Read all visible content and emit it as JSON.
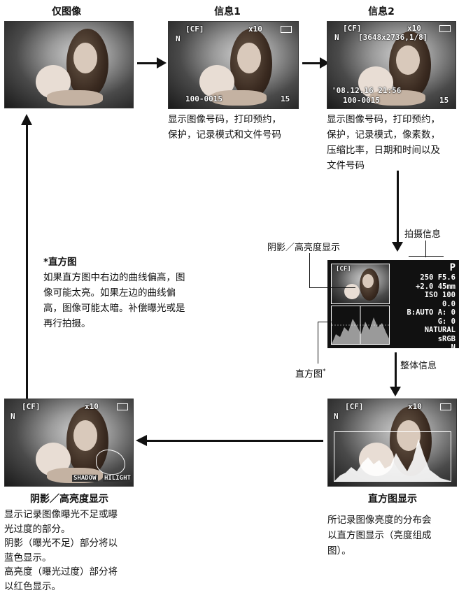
{
  "titles": {
    "image_only": "仅图像",
    "info1": "信息1",
    "info2": "信息2",
    "shadow_highlight": "阴影／高亮度显示",
    "histogram_display": "直方图显示"
  },
  "descriptions": {
    "info1": [
      "显示图像号码，打印预约，",
      "保护，记录模式和文件号码"
    ],
    "info2": [
      "显示图像号码，打印预约，",
      "保护，记录模式，像素数，",
      "压缩比率，日期和时间以及",
      "文件号码"
    ],
    "histogram_note_title": "*直方图",
    "histogram_note": [
      "如果直方图中右边的曲线偏高，图",
      "像可能太亮。如果左边的曲线偏",
      "高，图像可能太暗。补偿曝光或是",
      "再行拍摄。"
    ],
    "shadow_highlight": [
      "显示记录图像曝光不足或曝",
      "光过度的部分。",
      "阴影（曝光不足）部分将以",
      "蓝色显示。",
      "高亮度（曝光过度）部分将",
      "以红色显示。"
    ],
    "histogram_display": [
      "所记录图像亮度的分布会",
      "以直方图显示（亮度组成",
      "图）。"
    ]
  },
  "callouts": {
    "shooting_info": "拍摄信息",
    "shadow_highlight_display": "阴影／高亮度显示",
    "histogram": "直方图",
    "histogram_sup": "*",
    "overall_info": "整体信息"
  },
  "osd": {
    "card": "[CF]",
    "print": "x10",
    "mode": "N",
    "resolution": "[3648x2736,1/8]",
    "datetime": "'08.12.16 21:56",
    "file": "100-0015",
    "frame": "15",
    "shadow": "SHADOW",
    "hilight": "HILIGHT"
  },
  "overall_panel": {
    "mode": "P",
    "shutter_aperture": "250 F5.6",
    "ev_focal": "+2.0 45mm",
    "iso": "ISO 100",
    "flash_comp": "0.0",
    "wb": "B:AUTO A: 0",
    "wb_g": "G: 0",
    "picture_mode": "NATURAL",
    "color_space": "sRGB",
    "quality": "N"
  }
}
